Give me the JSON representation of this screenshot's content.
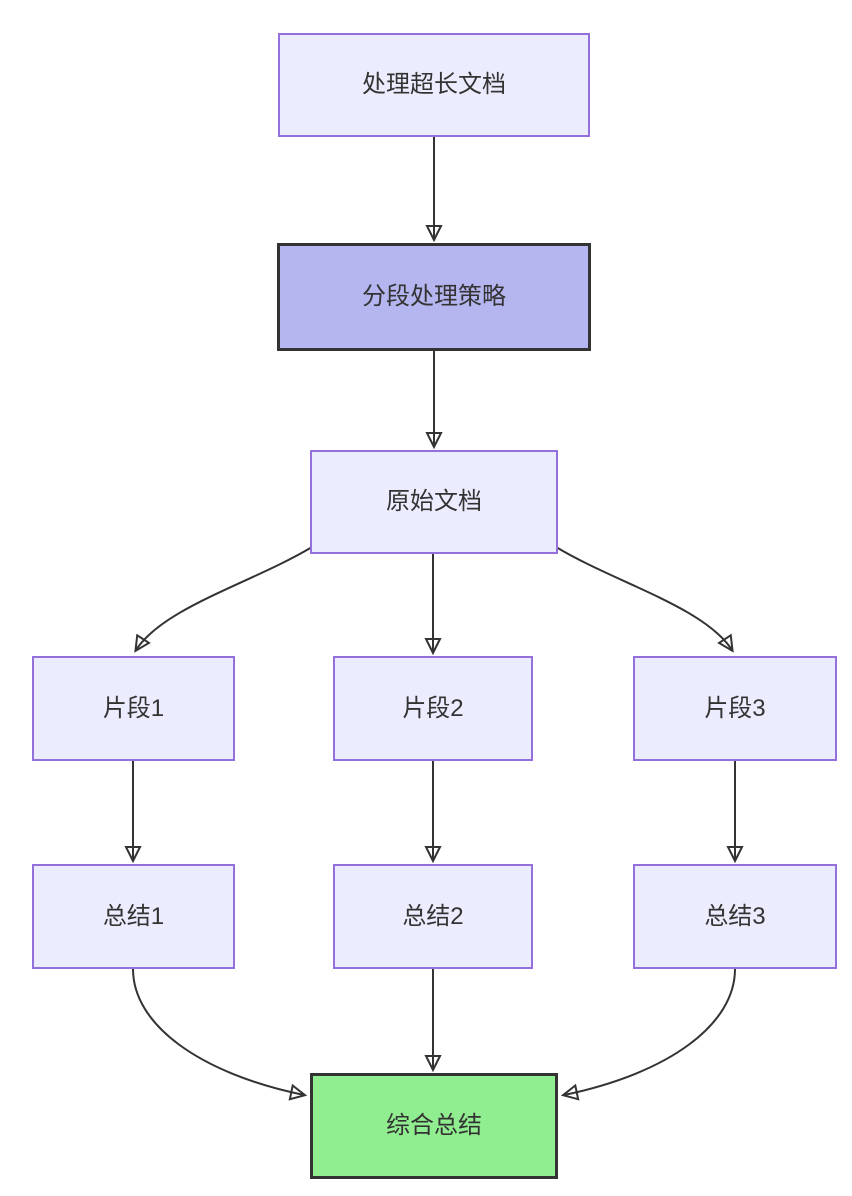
{
  "diagram": {
    "type": "flowchart",
    "direction": "top-down",
    "nodes": [
      {
        "id": "A",
        "label": "处理超长文档",
        "style": "default"
      },
      {
        "id": "B",
        "label": "分段处理策略",
        "style": "strategy"
      },
      {
        "id": "C",
        "label": "原始文档",
        "style": "default"
      },
      {
        "id": "D1",
        "label": "片段1",
        "style": "default"
      },
      {
        "id": "D2",
        "label": "片段2",
        "style": "default"
      },
      {
        "id": "D3",
        "label": "片段3",
        "style": "default"
      },
      {
        "id": "E1",
        "label": "总结1",
        "style": "default"
      },
      {
        "id": "E2",
        "label": "总结2",
        "style": "default"
      },
      {
        "id": "E3",
        "label": "总结3",
        "style": "default"
      },
      {
        "id": "F",
        "label": "综合总结",
        "style": "result"
      }
    ],
    "edges": [
      {
        "from": "处理超长文档",
        "to": "分段处理策略"
      },
      {
        "from": "分段处理策略",
        "to": "原始文档"
      },
      {
        "from": "原始文档",
        "to": "片段1"
      },
      {
        "from": "原始文档",
        "to": "片段2"
      },
      {
        "from": "原始文档",
        "to": "片段3"
      },
      {
        "from": "片段1",
        "to": "总结1"
      },
      {
        "from": "片段2",
        "to": "总结2"
      },
      {
        "from": "片段3",
        "to": "总结3"
      },
      {
        "from": "总结1",
        "to": "综合总结"
      },
      {
        "from": "总结2",
        "to": "综合总结"
      },
      {
        "from": "总结3",
        "to": "综合总结"
      }
    ],
    "colors": {
      "background": "#FFFFFF",
      "node_fill": "#ECECFF",
      "node_border": "#9370DB",
      "strategy_fill": "#B5B5F0",
      "result_fill": "#90EE90",
      "emphasis_border": "#333333",
      "edge": "#333333",
      "text": "#333333"
    }
  }
}
